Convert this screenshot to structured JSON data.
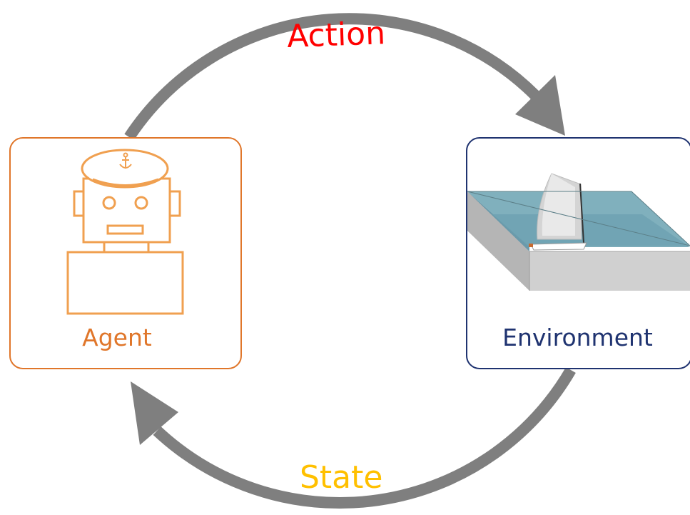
{
  "labels": {
    "action": "Action",
    "state": "State",
    "agent": "Agent",
    "environment": "Environment"
  },
  "colors": {
    "action": "#ff0000",
    "state": "#ffc000",
    "agent": "#e0762a",
    "environment": "#1f3370",
    "arrow": "#7f7f7f",
    "water": "#7fafbf"
  },
  "icons": {
    "agent": "robot-captain-icon",
    "environment": "sailboat-pool-icon"
  }
}
